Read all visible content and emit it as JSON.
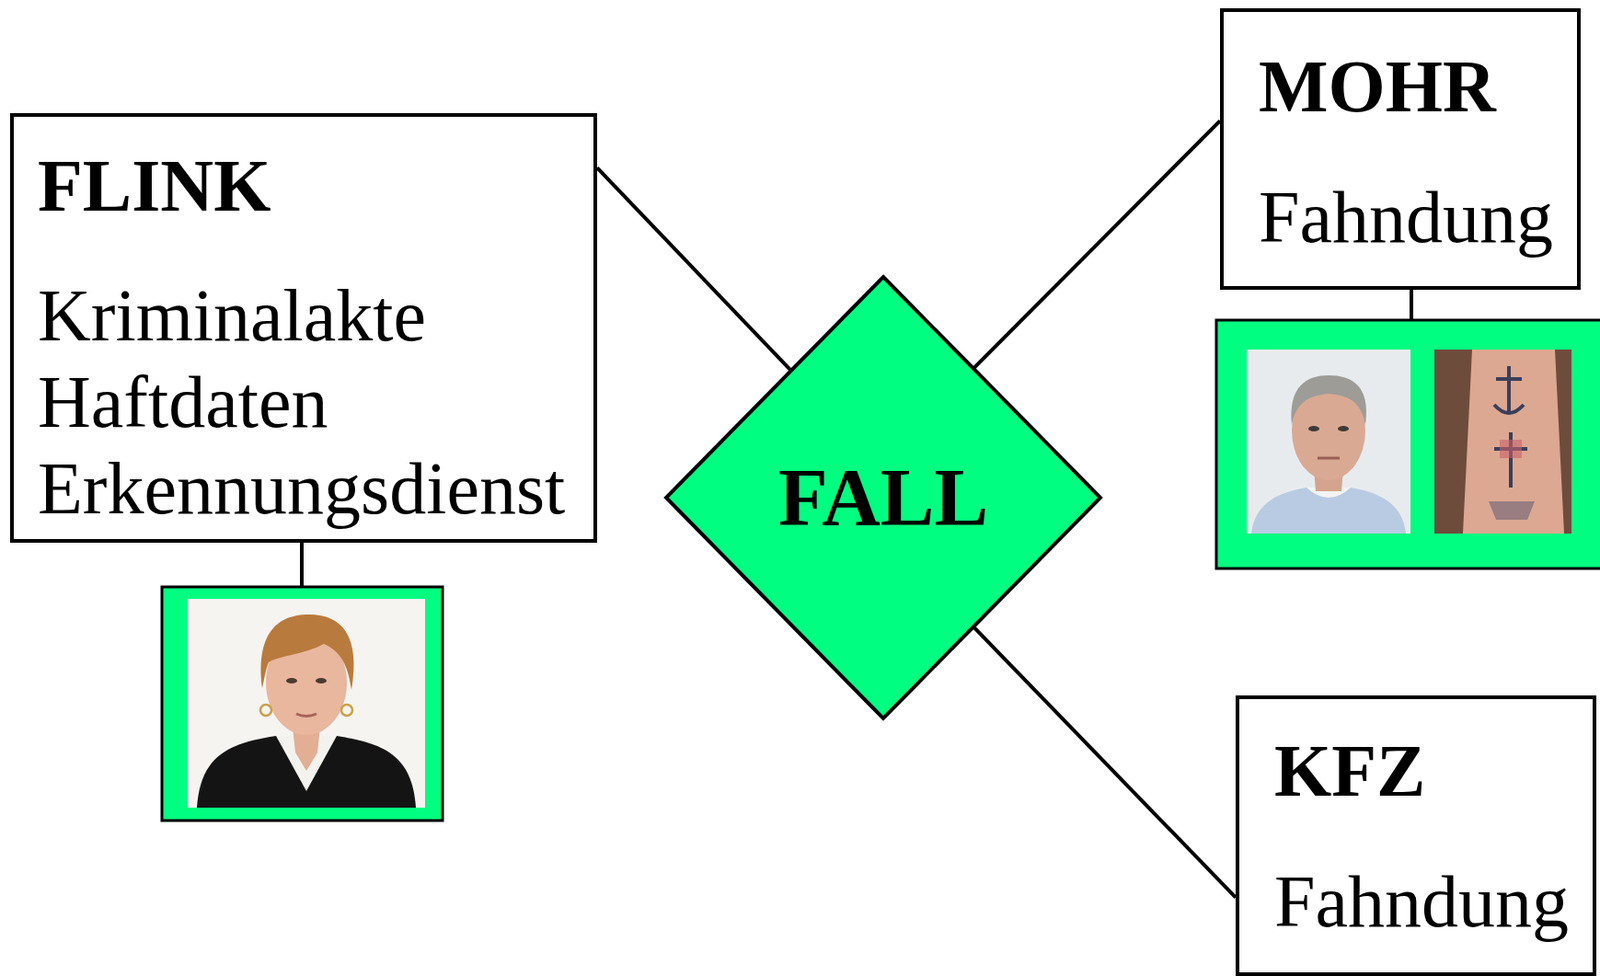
{
  "diagram": {
    "nodes": [
      {
        "text": [
          "FLINK",
          "Kriminalakte",
          "Haftdaten",
          "Erkennungsdienst"
        ]
      },
      {
        "text": [
          "FALL"
        ]
      },
      {
        "text": [
          "MOHR",
          "Fahndung"
        ]
      },
      {
        "text": [
          "KFZ",
          "Fahndung"
        ]
      }
    ],
    "edges": [
      {
        "from": 0,
        "to": 1,
        "arrow": "none"
      },
      {
        "from": 1,
        "to": 2,
        "arrow": "none"
      },
      {
        "from": 1,
        "to": 3,
        "arrow": "none"
      }
    ]
  }
}
